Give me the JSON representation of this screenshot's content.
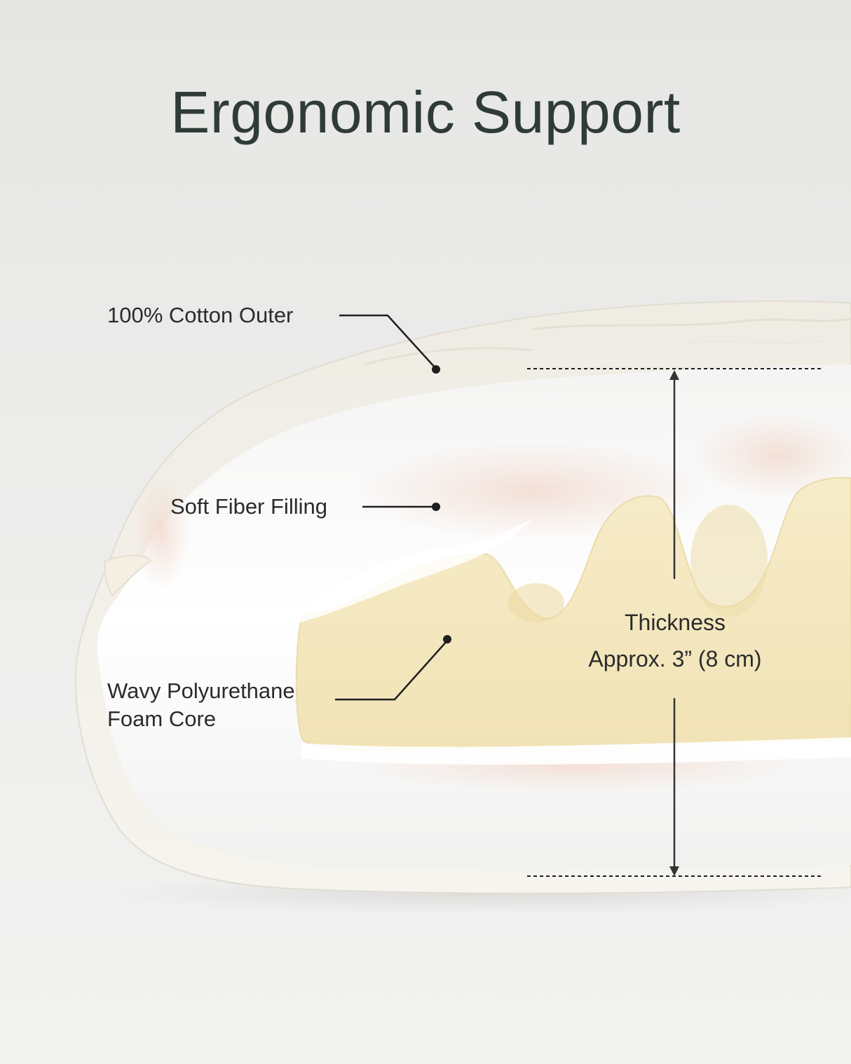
{
  "title": "Ergonomic Support",
  "labels": {
    "cotton_outer": "100% Cotton Outer",
    "fiber_filling": "Soft Fiber Filling",
    "foam_core_line1": "Wavy Polyurethane",
    "foam_core_line2": "Foam Core"
  },
  "thickness": {
    "label": "Thickness",
    "value": "Approx. 3” (8 cm)"
  },
  "colors": {
    "background": "#ebebea",
    "title": "#2f3b38",
    "callout_line": "#1e1e1e",
    "foam": "#f4e6bd",
    "fiber": "#fbfbfb",
    "cotton": "#f3efe6"
  }
}
